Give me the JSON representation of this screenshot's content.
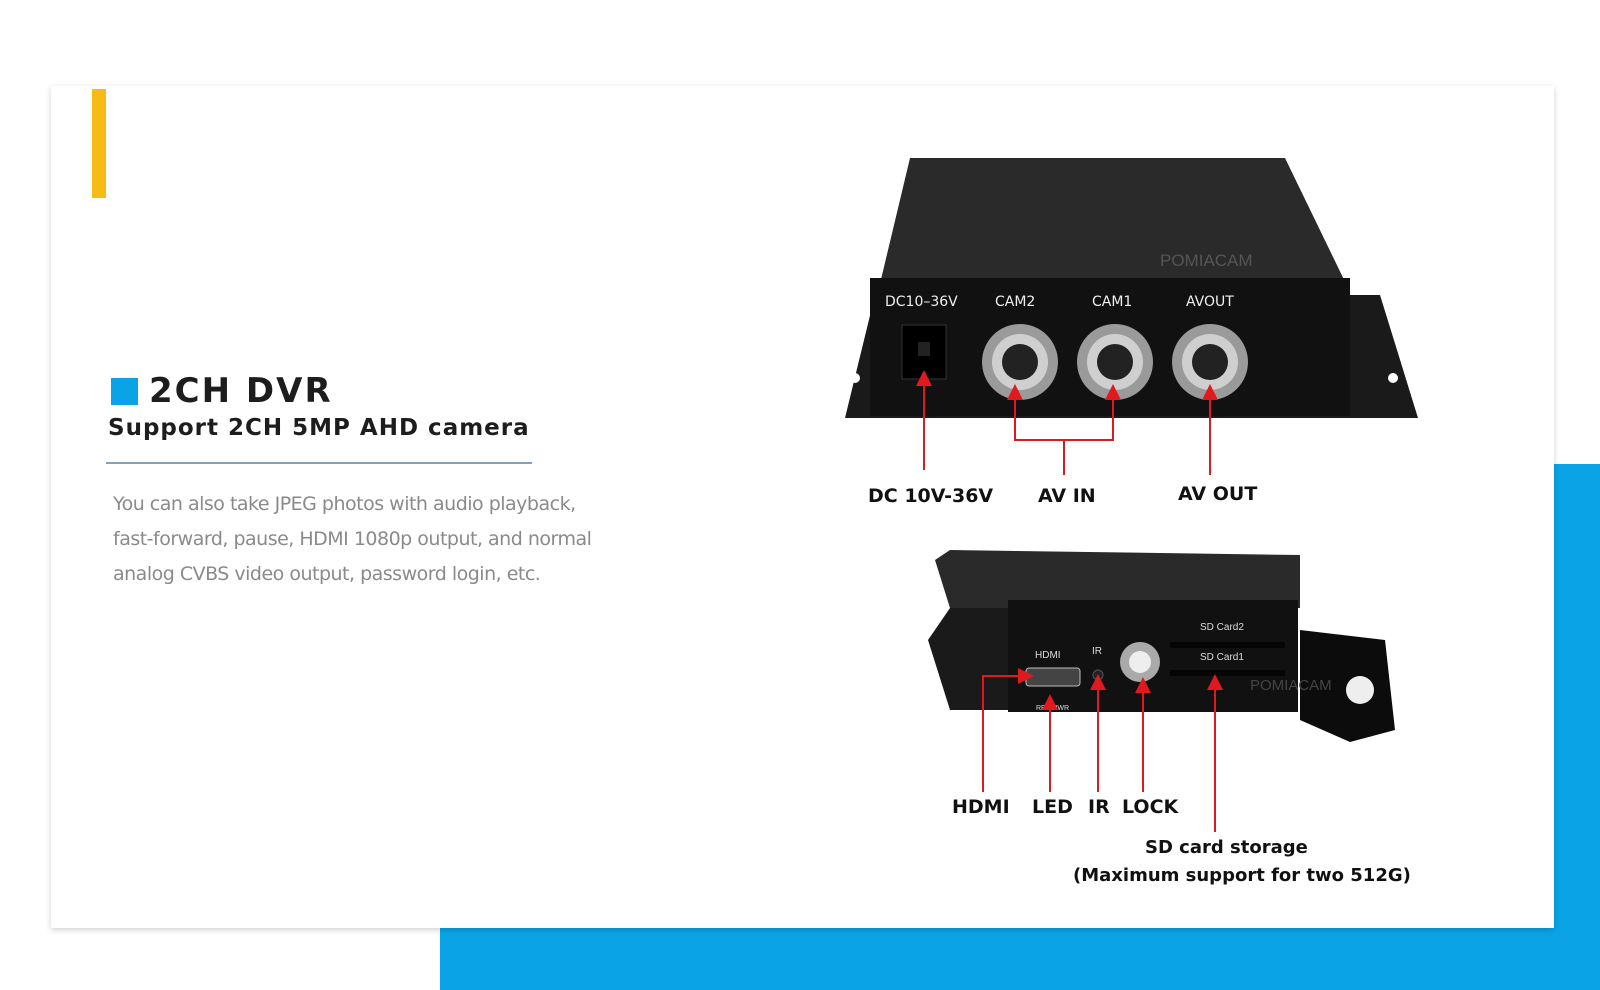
{
  "feature": {
    "title": "2CH DVR",
    "subtitle": "Support 2CH 5MP AHD camera",
    "description": "You can also take JPEG photos with audio playback, fast-forward, pause, HDMI 1080p output, and normal analog CVBS video output, password login, etc."
  },
  "device_top": {
    "brand": "POMIACAM",
    "port_labels": [
      "DC10–36V",
      "CAM2",
      "CAM1",
      "AVOUT"
    ],
    "callouts": {
      "power": "DC 10V-36V",
      "av_in": "AV IN",
      "av_out": "AV OUT"
    }
  },
  "device_bottom": {
    "brand": "POMIACAM",
    "panel_labels": {
      "hdmi": "HDMI",
      "ir": "IR",
      "sd2": "SD Card2",
      "sd1": "SD Card1",
      "rec_pwr": "REC PWR"
    },
    "callouts": {
      "hdmi": "HDMI",
      "led": "LED",
      "ir": "IR",
      "lock": "LOCK",
      "sd_line1": "SD card storage",
      "sd_line2": "(Maximum support for two 512G)"
    }
  },
  "colors": {
    "accent_yellow": "#f6bb14",
    "accent_blue": "#0aa4e6",
    "arrow_red": "#e0191f",
    "device_black": "#1c1c1c"
  }
}
